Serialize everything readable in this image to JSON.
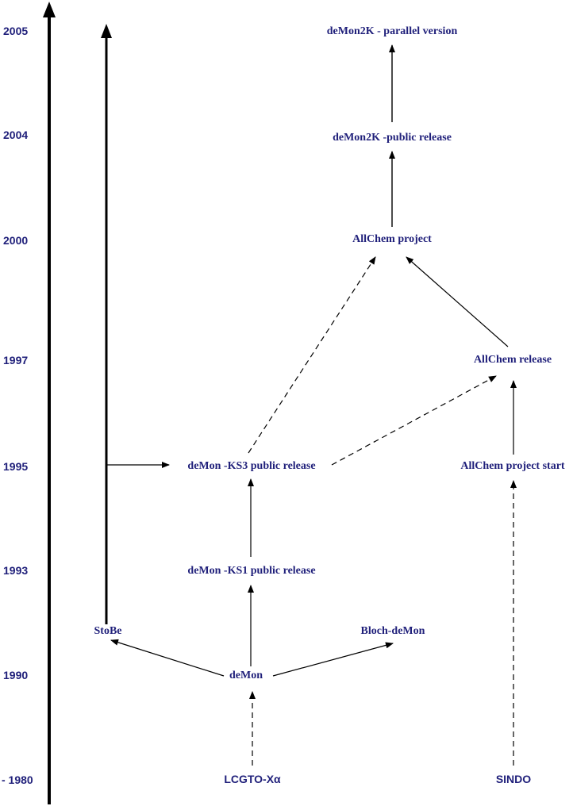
{
  "colors": {
    "text": "#1f1f7a",
    "line": "#000000",
    "background": "#ffffff"
  },
  "years": {
    "y2005": "2005",
    "y2004": "2004",
    "y2000": "2000",
    "y1997": "1997",
    "y1995": "1995",
    "y1993": "1993",
    "y1990": "1990",
    "y1980": "- 1980"
  },
  "nodes": {
    "demon2k_parallel": "deMon2K - parallel version",
    "demon2k_public": "deMon2K -public release",
    "allchem_project": "AllChem project",
    "allchem_release": "AllChem release",
    "demon_ks3": "deMon -KS3 public release",
    "allchem_start": "AllChem project start",
    "demon_ks1": "deMon -KS1 public release",
    "stobe": "StoBe",
    "bloch_demon": "Bloch-deMon",
    "demon": "deMon",
    "lcgto": "LCGTO-Xα",
    "sindo": "SINDO"
  },
  "edges": [
    {
      "from": "lcgto",
      "to": "demon",
      "style": "dashed"
    },
    {
      "from": "demon",
      "to": "stobe",
      "style": "solid"
    },
    {
      "from": "demon",
      "to": "bloch_demon",
      "style": "solid"
    },
    {
      "from": "demon",
      "to": "demon_ks1",
      "style": "solid"
    },
    {
      "from": "demon_ks1",
      "to": "demon_ks3",
      "style": "solid"
    },
    {
      "from": "stobe",
      "to": "demon_ks3",
      "style": "solid"
    },
    {
      "from": "demon_ks3",
      "to": "allchem_project",
      "style": "dashed"
    },
    {
      "from": "demon_ks3",
      "to": "allchem_release",
      "style": "dashed"
    },
    {
      "from": "sindo",
      "to": "allchem_start",
      "style": "dashed"
    },
    {
      "from": "allchem_start",
      "to": "allchem_release",
      "style": "solid"
    },
    {
      "from": "allchem_release",
      "to": "allchem_project",
      "style": "solid"
    },
    {
      "from": "allchem_project",
      "to": "demon2k_public",
      "style": "solid"
    },
    {
      "from": "demon2k_public",
      "to": "demon2k_parallel",
      "style": "solid"
    }
  ]
}
